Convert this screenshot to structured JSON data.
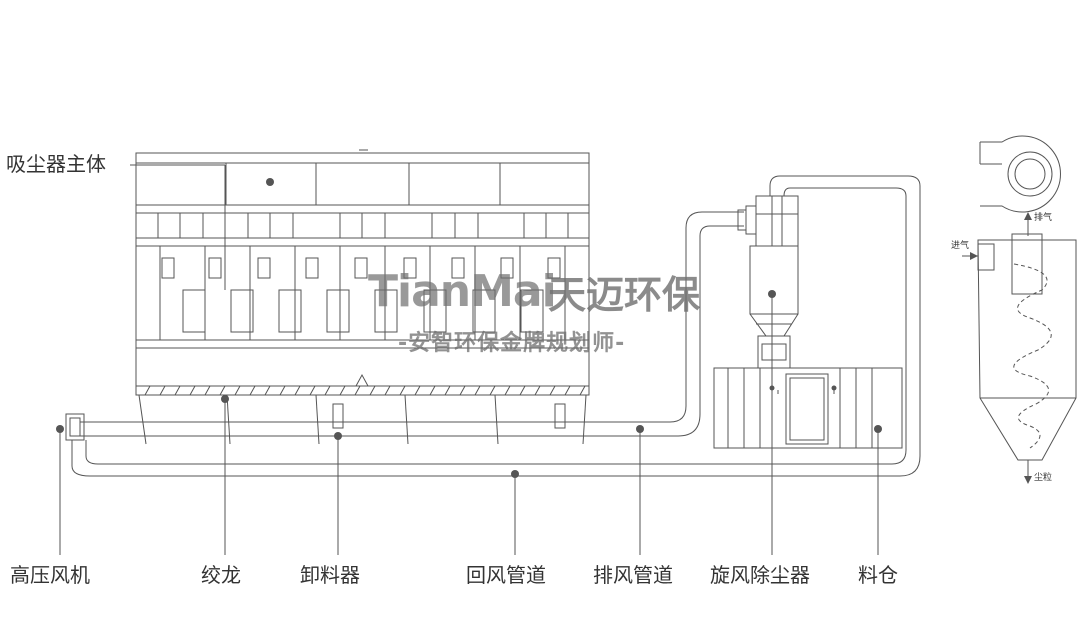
{
  "labels": {
    "main_body": "吸尘器主体",
    "fan": "高压风机",
    "auger": "绞龙",
    "discharger": "卸料器",
    "return_duct": "回风管道",
    "exhaust_duct": "排风管道",
    "cyclone": "旋风除尘器",
    "silo": "料仓"
  },
  "cyclone_detail": {
    "exhaust": "排气",
    "intake": "进气",
    "dust": "尘粒"
  },
  "watermark": {
    "brand_en": "TianMai",
    "brand_cn": "天迈环保",
    "slogan": "-安智环保金牌规划师-"
  },
  "colors": {
    "line": "#555555",
    "label": "#333333",
    "watermark": "#777777"
  }
}
